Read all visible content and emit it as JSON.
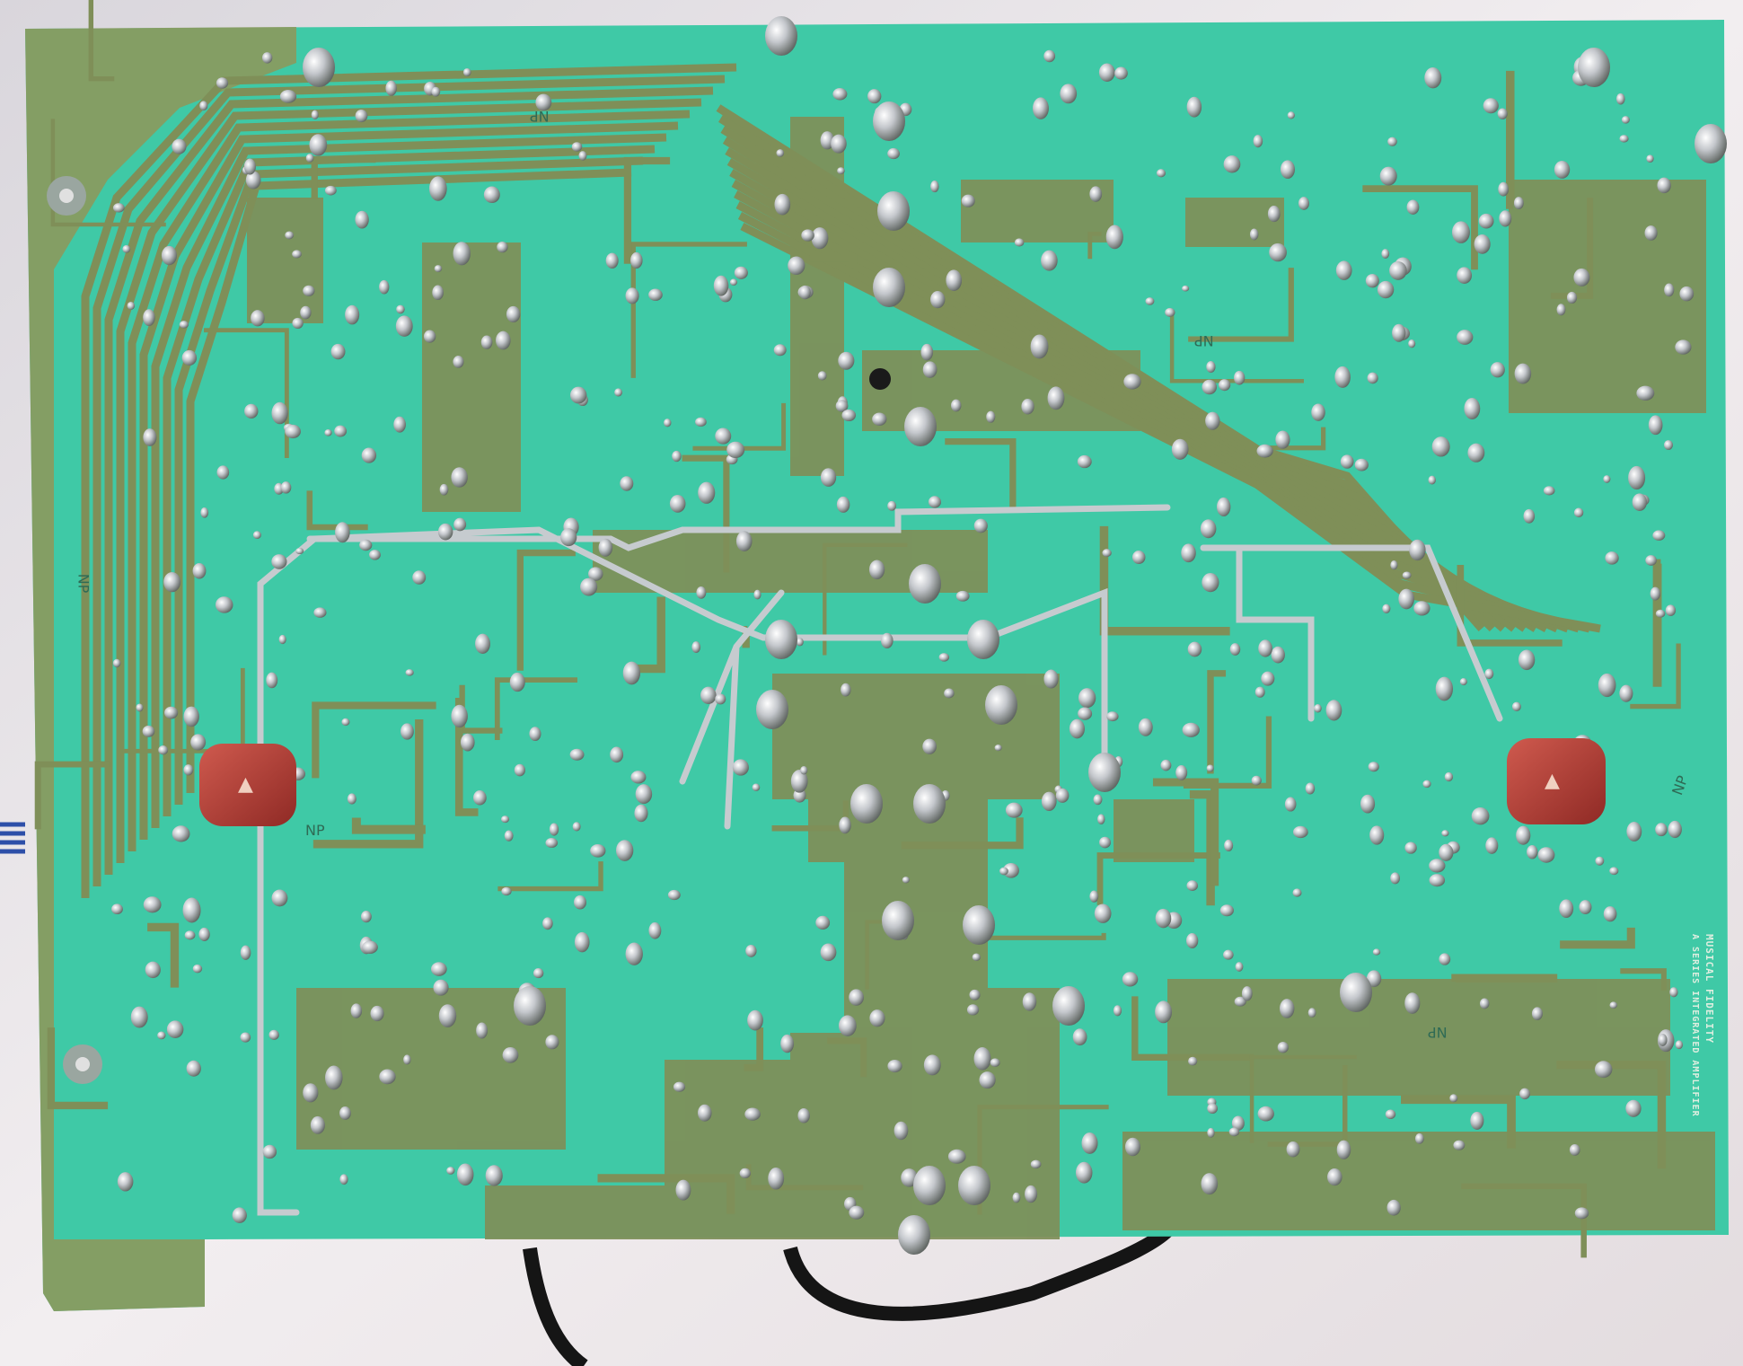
{
  "board": {
    "brand_silkscreen": "MUSICAL FIDELITY",
    "model_silkscreen": "A SERIES INTEGRATED AMPLIFIER",
    "np_label": "NP",
    "colors": {
      "cloth": "#ebe6e8",
      "solder_mask": "#3fc9a6",
      "copper_pour": "#7d8e55",
      "solder": "#c9ccd2",
      "capacitor": "#b23a33"
    }
  }
}
